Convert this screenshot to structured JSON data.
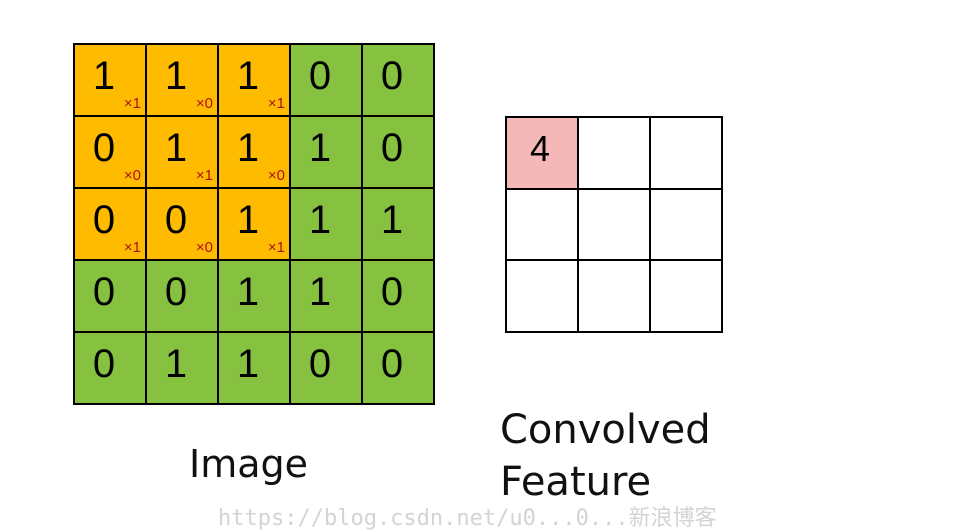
{
  "image": {
    "label": "Image",
    "rows": [
      [
        {
          "v": "1",
          "w": "×1",
          "hl": true
        },
        {
          "v": "1",
          "w": "×0",
          "hl": true
        },
        {
          "v": "1",
          "w": "×1",
          "hl": true
        },
        {
          "v": "0",
          "w": "",
          "hl": false
        },
        {
          "v": "0",
          "w": "",
          "hl": false
        }
      ],
      [
        {
          "v": "0",
          "w": "×0",
          "hl": true
        },
        {
          "v": "1",
          "w": "×1",
          "hl": true
        },
        {
          "v": "1",
          "w": "×0",
          "hl": true
        },
        {
          "v": "1",
          "w": "",
          "hl": false
        },
        {
          "v": "0",
          "w": "",
          "hl": false
        }
      ],
      [
        {
          "v": "0",
          "w": "×1",
          "hl": true
        },
        {
          "v": "0",
          "w": "×0",
          "hl": true
        },
        {
          "v": "1",
          "w": "×1",
          "hl": true
        },
        {
          "v": "1",
          "w": "",
          "hl": false
        },
        {
          "v": "1",
          "w": "",
          "hl": false
        }
      ],
      [
        {
          "v": "0",
          "w": "",
          "hl": false
        },
        {
          "v": "0",
          "w": "",
          "hl": false
        },
        {
          "v": "1",
          "w": "",
          "hl": false
        },
        {
          "v": "1",
          "w": "",
          "hl": false
        },
        {
          "v": "0",
          "w": "",
          "hl": false
        }
      ],
      [
        {
          "v": "0",
          "w": "",
          "hl": false
        },
        {
          "v": "1",
          "w": "",
          "hl": false
        },
        {
          "v": "1",
          "w": "",
          "hl": false
        },
        {
          "v": "0",
          "w": "",
          "hl": false
        },
        {
          "v": "0",
          "w": "",
          "hl": false
        }
      ]
    ]
  },
  "feature": {
    "label": "Convolved\nFeature",
    "cells": [
      "4",
      "",
      "",
      "",
      "",
      "",
      "",
      "",
      ""
    ]
  },
  "colors": {
    "highlight": "#ffbb00",
    "base": "#86c240",
    "weight_text": "#b01010",
    "feature_filled": "#f4b8b8"
  },
  "watermark": "https://blog.csdn.net/u0...0...新浪博客"
}
